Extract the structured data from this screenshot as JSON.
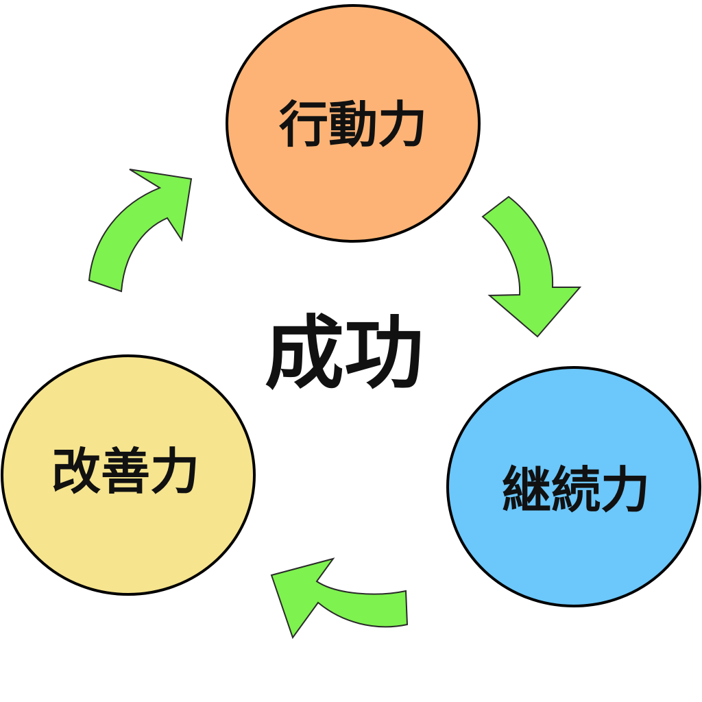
{
  "center": {
    "label": "成功"
  },
  "nodes": [
    {
      "id": "action",
      "label": "行動力",
      "color": "#FCB375"
    },
    {
      "id": "continuation",
      "label": "継続力",
      "color": "#6CC7FA"
    },
    {
      "id": "improvement",
      "label": "改善力",
      "color": "#F6E48E"
    }
  ],
  "arrow_color": "#7EF24F",
  "line_color": "#000000"
}
